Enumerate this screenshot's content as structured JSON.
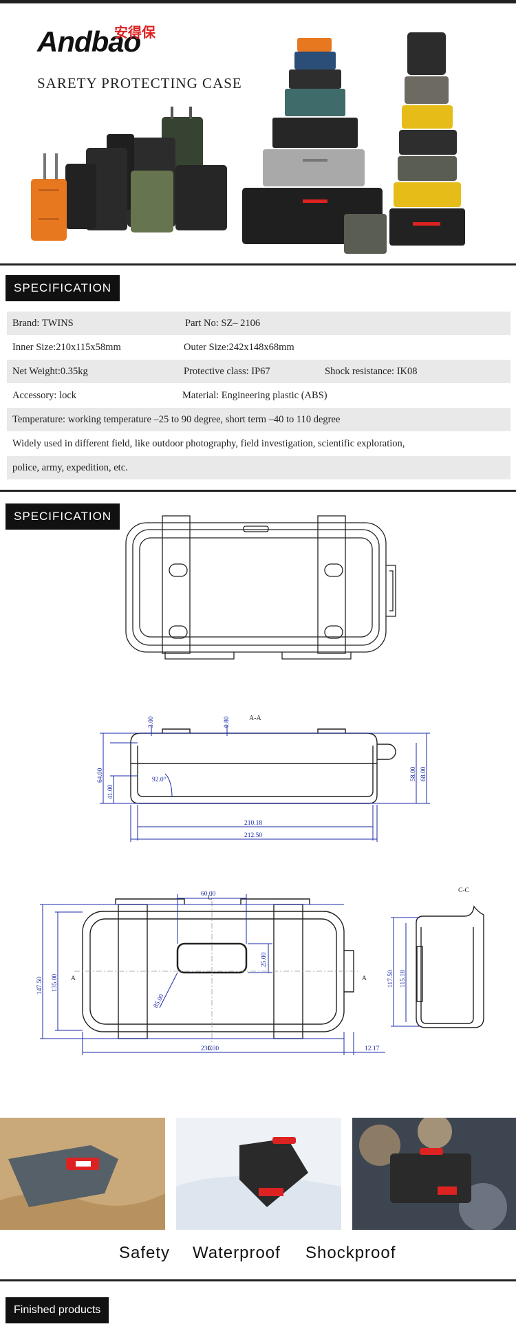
{
  "brand": {
    "logo_en": "Andbao",
    "logo_cn": "安得保"
  },
  "hero": {
    "title": "SARETY PROTECTING CASE"
  },
  "sections": {
    "spec1_label": "SPECIFICATION",
    "spec2_label": "SPECIFICATION",
    "finished_label": "Finished products"
  },
  "spec": {
    "rows": [
      {
        "c1": "Brand: TWINS",
        "c2": "Part No: SZ– 2106",
        "c3": ""
      },
      {
        "c1": "Inner Size:210x115x58mm",
        "c2": "Outer Size:242x148x68mm",
        "c3": ""
      },
      {
        "c1": "Net Weight:0.35kg",
        "c2": "Protective class: IP67",
        "c3": "Shock resistance: IK08"
      },
      {
        "c1": "Accessory: lock",
        "c2": "Material: Engineering plastic (ABS)",
        "c3": ""
      },
      {
        "c1": "Temperature: working temperature –25 to 90 degree, short term –40 to 110 degree",
        "c2": "",
        "c3": ""
      },
      {
        "c1": "Widely used in different field, like outdoor photography, field investigation, scientific exploration,",
        "c2": "",
        "c3": ""
      },
      {
        "c1": "police, army, expedition, etc.",
        "c2": "",
        "c3": ""
      }
    ]
  },
  "drawing": {
    "section_aa": "A-A",
    "section_cc": "C-C",
    "dim_300": "3.00",
    "dim_080": "0.80",
    "dim_6400": "64.00",
    "dim_4100": "41.00",
    "dim_920": "92.0°",
    "dim_5800": "58.00",
    "dim_6800": "68.00",
    "dim_21018": "210.18",
    "dim_21250": "212.50",
    "dim_6000": "60.00",
    "dim_2500": "25.00",
    "dim_8500": "85.00",
    "dim_14750": "147.50",
    "dim_13500": "135.00",
    "dim_23000": "230.00",
    "dim_1217": "12.17",
    "dim_11750": "117.50",
    "dim_11518": "115.18",
    "mark_a": "A",
    "mark_c": "C"
  },
  "features": [
    "Safety",
    "Waterproof",
    "Shockproof"
  ],
  "colors": {
    "case_orange": "#e8781f",
    "case_black": "#262626",
    "case_green": "#5d6b50",
    "case_blue": "#2b4e78",
    "case_gray": "#9a9a9a",
    "case_yellow": "#e6bd18",
    "dim_blue": "#1a2aa8"
  }
}
